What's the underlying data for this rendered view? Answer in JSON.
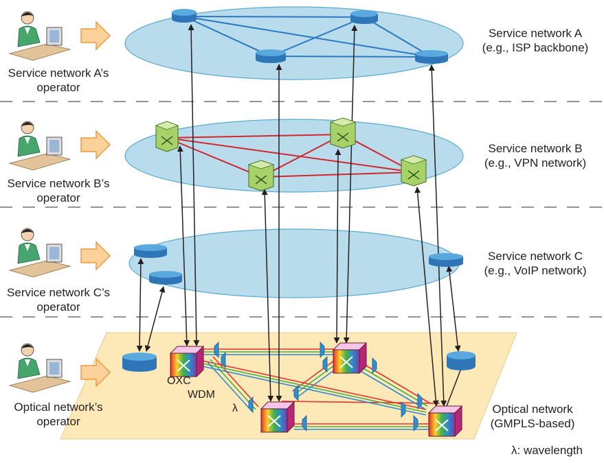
{
  "operators": [
    {
      "line1": "Service network A’s",
      "line2": "operator"
    },
    {
      "line1": "Service network B’s",
      "line2": "operator"
    },
    {
      "line1": "Service network C’s",
      "line2": "operator"
    },
    {
      "line1": "Optical network’s",
      "line2": "operator"
    }
  ],
  "networks": [
    {
      "title": "Service network A",
      "subtitle": "(e.g., ISP backbone)"
    },
    {
      "title": "Service network B",
      "subtitle": "(e.g., VPN network)"
    },
    {
      "title": "Service network C",
      "subtitle": "(e.g., VoIP network)"
    },
    {
      "title": "Optical network",
      "subtitle": "(GMPLS-based)"
    }
  ],
  "optical_labels": {
    "oxc": "OXC",
    "wdm": "WDM",
    "lambda": "λ"
  },
  "legend": "λ: wavelength",
  "colors": {
    "ellipse_fill": "#b9dcec",
    "ellipse_stroke": "#5aa9cf",
    "router": "#2f76b8",
    "net_a_links": "#2a78c2",
    "net_b_links": "#d0262c",
    "switch_fill": "#a8d16a",
    "optical_plane": "#fde8b8",
    "arrow_fill": "#fcd19a",
    "arrow_stroke": "#ef9a3c"
  }
}
